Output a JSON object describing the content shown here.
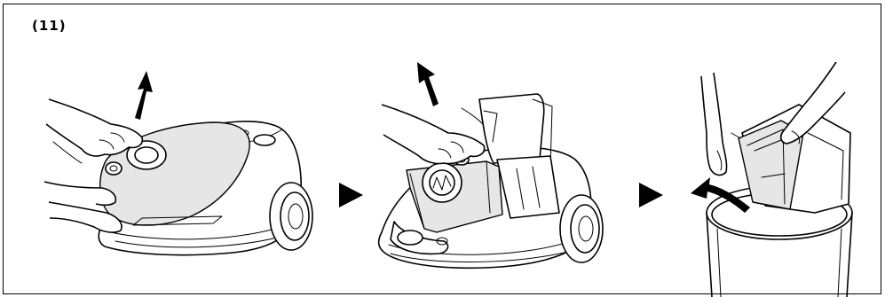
{
  "step": {
    "label": "(11)"
  },
  "colors": {
    "line": "#000000",
    "background": "#ffffff",
    "tint": "#e6e6e6"
  },
  "icons": [
    "up-arrow-icon",
    "next-step-arrow-icon",
    "curved-arrow-icon"
  ],
  "panels": [
    {
      "name": "remove-cover",
      "icon": "up-arrow-icon"
    },
    {
      "name": "lift-bag-holder",
      "icon": "up-arrow-icon"
    },
    {
      "name": "empty-into-bin",
      "icon": "curved-arrow-icon"
    }
  ]
}
